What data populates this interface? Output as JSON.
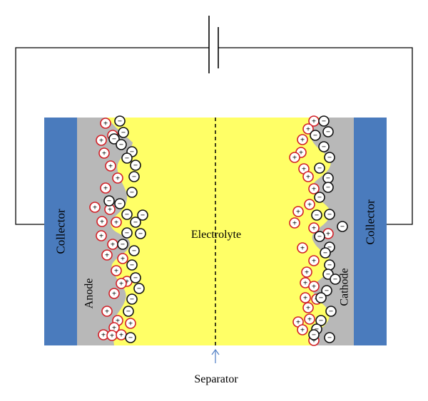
{
  "labels": {
    "collector_left": "Collector",
    "collector_right": "Collector",
    "anode": "Anode",
    "cathode": "Cathode",
    "electrolyte": "Electrolyte",
    "separator": "Separator"
  },
  "ions": {
    "positive_symbol": "+",
    "negative_symbol": "−"
  },
  "colors": {
    "collector": "#4a7bbd",
    "electrode": "#b8b8b8",
    "electrolyte": "#ffff66",
    "positive_ion_border": "#d21f26",
    "negative_ion_border": "#111111",
    "wire": "#000000",
    "separator": "#000000",
    "separator_arrow": "#5a86c8"
  }
}
